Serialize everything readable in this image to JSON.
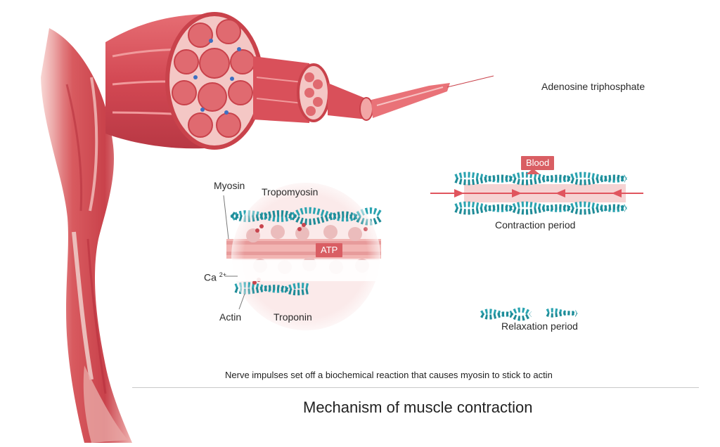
{
  "labels": {
    "atp_full": "Adenosine triphosphate",
    "myosin": "Myosin",
    "tropomyosin": "Tropomyosin",
    "atp": "ATP",
    "calcium": "Ca",
    "calcium_charge": "2+",
    "actin": "Actin",
    "troponin": "Troponin",
    "blood": "Blood",
    "contraction": "Contraction period",
    "relaxation": "Relaxation period"
  },
  "caption": "Nerve impulses set off a biochemical reaction that causes myosin to stick to actin",
  "title": "Mechanism of muscle contraction",
  "colors": {
    "muscle": "#d9505a",
    "muscle_light": "#f2a6a6",
    "actin_teal": "#2aa3b0",
    "tag_red": "#d95e63",
    "arrow_red": "#e0555e"
  }
}
